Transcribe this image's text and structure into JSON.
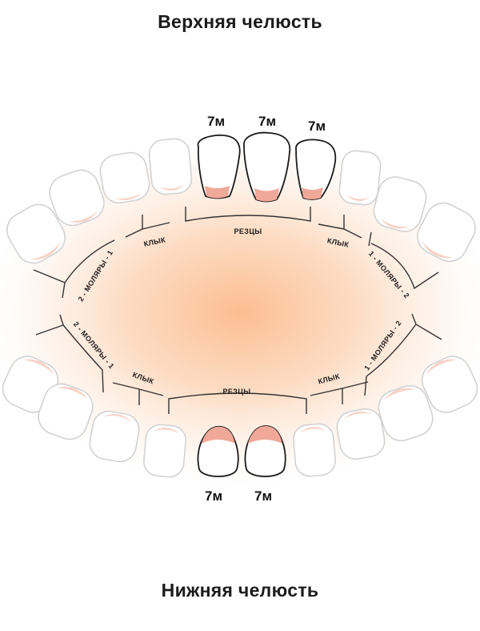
{
  "titles": {
    "upper_jaw": "Верхняя челюсть",
    "lower_jaw": "Нижняя челюсть"
  },
  "upper_labels": {
    "incisors": "РЕЗЦЫ",
    "canine_left": "КЛЫК",
    "canine_right": "КЛЫК",
    "molars_left": "2 - МОЛЯРЫ - 1",
    "molars_right": "1 - МОЛЯРЫ - 2"
  },
  "lower_labels": {
    "incisors": "РЕЗЦЫ",
    "canine_left": "КЛЫК",
    "canine_right": "КЛЫК",
    "molars_left": "2 - МОЛЯРЫ - 1",
    "molars_right": "1 - МОЛЯРЫ - 2"
  },
  "eruption_ages": {
    "upper": [
      "7м",
      "7м",
      "7м"
    ],
    "lower": [
      "7м",
      "7м"
    ]
  },
  "colors": {
    "gum": "#f0a898",
    "palate_glow": "#fbbf93",
    "outline_active": "#1a1a1a",
    "outline_faded": "#d2d2d2"
  }
}
